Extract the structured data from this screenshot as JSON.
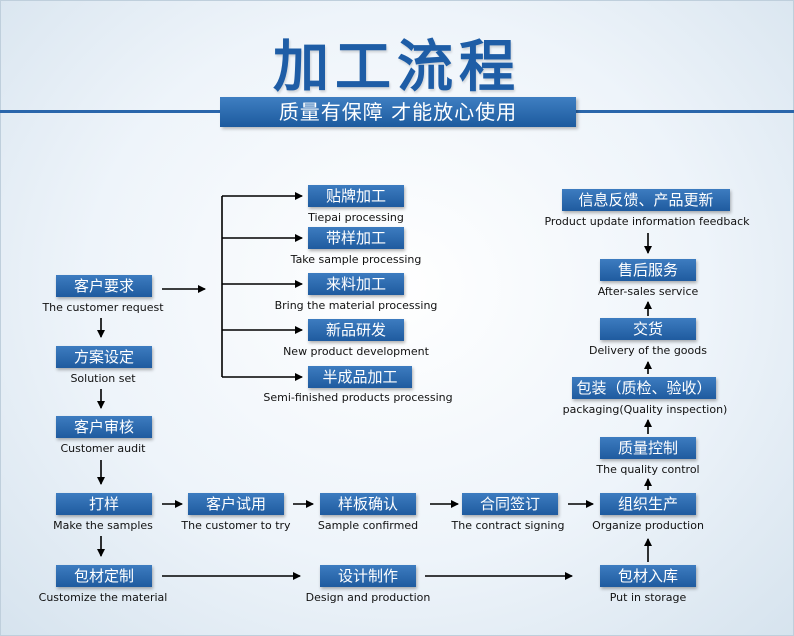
{
  "header": {
    "title": "加工流程",
    "subtitle": "质量有保障 才能放心使用"
  },
  "steps": {
    "customer_request": {
      "zh": "客户要求",
      "en": "The customer request"
    },
    "solution_set": {
      "zh": "方案设定",
      "en": "Solution set"
    },
    "customer_audit": {
      "zh": "客户审核",
      "en": "Customer audit"
    },
    "make_samples": {
      "zh": "打样",
      "en": "Make the samples"
    },
    "customize_material": {
      "zh": "包材定制",
      "en": "Customize the material"
    },
    "tiepai": {
      "zh": "贴牌加工",
      "en": "Tiepai processing"
    },
    "take_sample": {
      "zh": "带样加工",
      "en": "Take sample processing"
    },
    "bring_material": {
      "zh": "来料加工",
      "en": "Bring the material processing"
    },
    "new_product": {
      "zh": "新品研发",
      "en": "New product development"
    },
    "semi_finished": {
      "zh": "半成品加工",
      "en": "Semi-finished products processing"
    },
    "customer_try": {
      "zh": "客户试用",
      "en": "The customer to try"
    },
    "sample_confirmed": {
      "zh": "样板确认",
      "en": "Sample confirmed"
    },
    "contract_signing": {
      "zh": "合同签订",
      "en": "The contract signing"
    },
    "design_production": {
      "zh": "设计制作",
      "en": "Design and production"
    },
    "organize_production": {
      "zh": "组织生产",
      "en": "Organize production"
    },
    "put_in_storage": {
      "zh": "包材入库",
      "en": "Put in storage"
    },
    "quality_control": {
      "zh": "质量控制",
      "en": "The quality control"
    },
    "packaging": {
      "zh": "包装（质检、验收）",
      "en": "packaging(Quality inspection)"
    },
    "delivery": {
      "zh": "交货",
      "en": "Delivery of the goods"
    },
    "after_sales": {
      "zh": "售后服务",
      "en": "After-sales service"
    },
    "feedback": {
      "zh": "信息反馈、产品更新",
      "en": "Product update information feedback"
    }
  },
  "colors": {
    "box": "#2563a8",
    "title": "#1e5da6",
    "arrow": "#000000"
  }
}
